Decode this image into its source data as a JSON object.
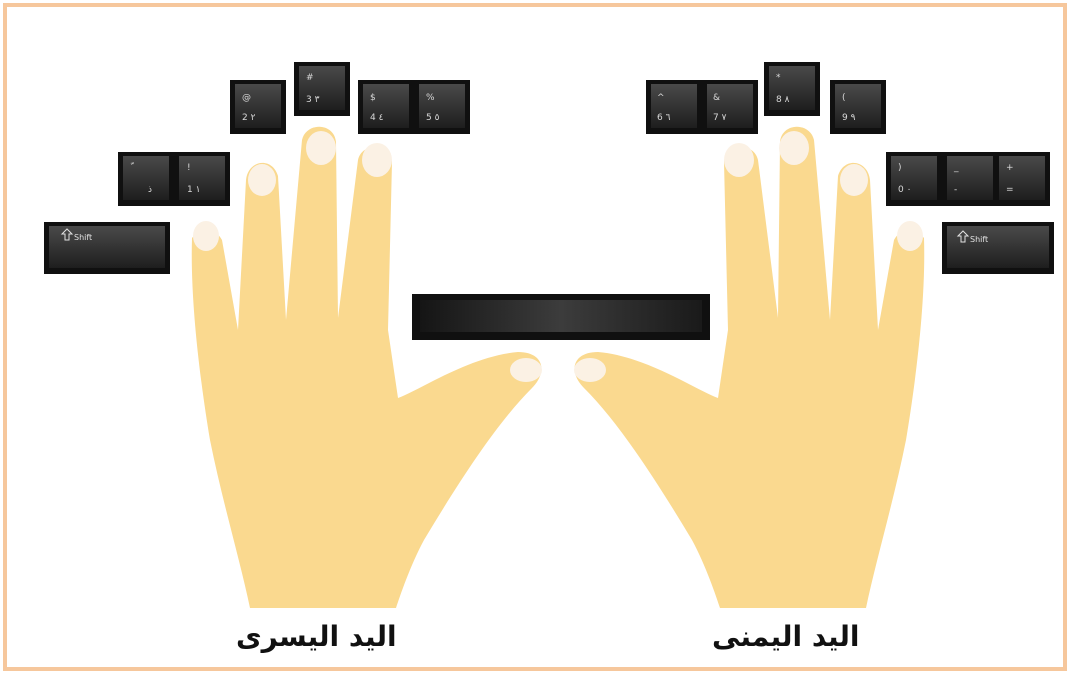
{
  "labels": {
    "left_hand": "اليد اليسرى",
    "right_hand": "اليد اليمنى"
  },
  "colors": {
    "frame": "#f6c79c",
    "skin": "#fad98f",
    "nail": "#fbf1e4",
    "key": "#2b2b2b"
  },
  "keys": {
    "left_shift": "Shift",
    "right_shift": "Shift",
    "k_dhal": {
      "top": "ّ",
      "bottom": "ذ"
    },
    "k1": {
      "top": "!",
      "bottom": "1 ١"
    },
    "k2": {
      "top": "@",
      "bottom": "2 ٢"
    },
    "k3": {
      "top": "#",
      "bottom": "3 ٣"
    },
    "k4": {
      "top": "$",
      "bottom": "4 ٤"
    },
    "k5": {
      "top": "%",
      "bottom": "5 ٥"
    },
    "k6": {
      "top": "^",
      "bottom": "6 ٦"
    },
    "k7": {
      "top": "&",
      "bottom": "7 ٧"
    },
    "k8": {
      "top": "*",
      "bottom": "8 ٨"
    },
    "k9": {
      "top": "(",
      "bottom": "9 ٩"
    },
    "k0": {
      "top": ")",
      "bottom": "0 ٠"
    },
    "kminus": {
      "top": "_",
      "bottom": "-"
    },
    "kequal": {
      "top": "+",
      "bottom": "="
    }
  }
}
